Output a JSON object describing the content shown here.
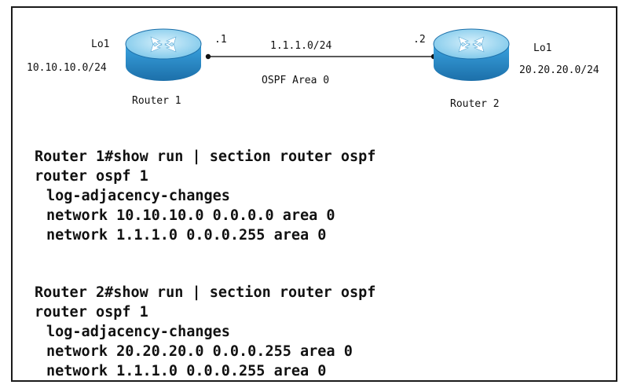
{
  "topology": {
    "router1": {
      "name": "Router 1",
      "loopback_label": "Lo1",
      "loopback_network": "10.10.10.0/24",
      "link_ip": ".1"
    },
    "router2": {
      "name": "Router 2",
      "loopback_label": "Lo1",
      "loopback_network": "20.20.20.0/24",
      "link_ip": ".2"
    },
    "link": {
      "network": "1.1.1.0/24",
      "area": "OSPF Area 0"
    },
    "colors": {
      "router_top": "#9fd8f2",
      "router_body": "#2a8fd0",
      "router_dark": "#1b6fa8",
      "link_line": "#222222"
    }
  },
  "config1": {
    "lines": [
      "Router 1#show run | section router ospf",
      "router ospf 1",
      "log-adjacency-changes",
      "network 10.10.10.0 0.0.0.0 area 0",
      "network 1.1.1.0 0.0.0.255 area 0"
    ]
  },
  "config2": {
    "lines": [
      "Router 2#show run | section router ospf",
      "router ospf 1",
      "log-adjacency-changes",
      "network 20.20.20.0 0.0.0.255 area 0",
      "network 1.1.1.0 0.0.0.255 area 0"
    ]
  }
}
